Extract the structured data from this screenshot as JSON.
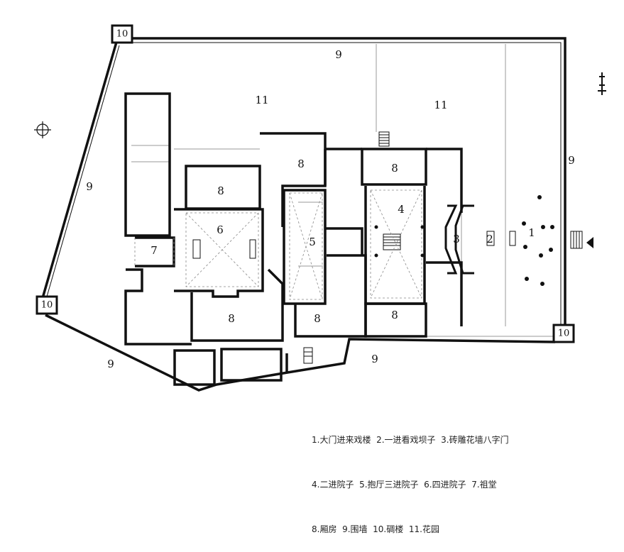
{
  "labels": {
    "gate": "1",
    "first_yard": "2",
    "brick_gate": "3",
    "second_yard": "4",
    "hall_yard": "5",
    "fourth_yard": "6",
    "ancestral_hall": "7",
    "wing": "8",
    "wall": "9",
    "tower": "10",
    "garden": "11"
  },
  "legend": {
    "line1": "1.大门进来戏楼  2.一进看戏坝子  3.砖雕花墙八字门",
    "line2": "4.二进院子  5.抱厅三进院子  6.四进院子  7.祖堂",
    "line3": "8.厢房  9.围墙  10.碉楼  11.花园"
  }
}
